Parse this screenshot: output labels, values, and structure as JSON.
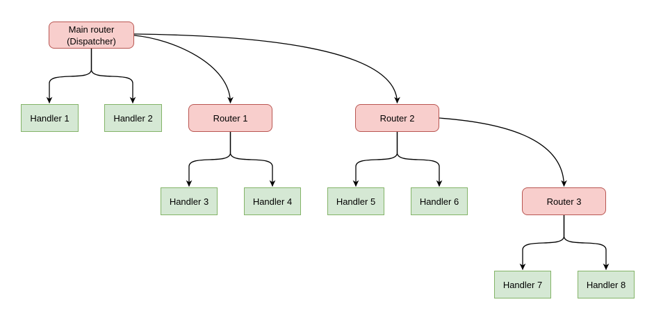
{
  "diagram": {
    "type": "tree",
    "colors": {
      "background": "#ffffff",
      "router_fill": "#f8cecc",
      "router_border": "#b85450",
      "handler_fill": "#d5e8d4",
      "handler_border": "#82b366",
      "edge": "#000000",
      "text": "#000000"
    },
    "nodes": [
      {
        "id": "main",
        "type": "router",
        "label": "Main router\n(Dispatcher)"
      },
      {
        "id": "handler1",
        "type": "handler",
        "label": "Handler 1"
      },
      {
        "id": "handler2",
        "type": "handler",
        "label": "Handler 2"
      },
      {
        "id": "router1",
        "type": "router",
        "label": "Router 1"
      },
      {
        "id": "handler3",
        "type": "handler",
        "label": "Handler 3"
      },
      {
        "id": "handler4",
        "type": "handler",
        "label": "Handler 4"
      },
      {
        "id": "router2",
        "type": "router",
        "label": "Router 2"
      },
      {
        "id": "handler5",
        "type": "handler",
        "label": "Handler 5"
      },
      {
        "id": "handler6",
        "type": "handler",
        "label": "Handler 6"
      },
      {
        "id": "router3",
        "type": "router",
        "label": "Router 3"
      },
      {
        "id": "handler7",
        "type": "handler",
        "label": "Handler 7"
      },
      {
        "id": "handler8",
        "type": "handler",
        "label": "Handler 8"
      }
    ],
    "edges": [
      {
        "from": "main",
        "to": "handler1"
      },
      {
        "from": "main",
        "to": "handler2"
      },
      {
        "from": "main",
        "to": "router1"
      },
      {
        "from": "main",
        "to": "router2"
      },
      {
        "from": "router1",
        "to": "handler3"
      },
      {
        "from": "router1",
        "to": "handler4"
      },
      {
        "from": "router2",
        "to": "handler5"
      },
      {
        "from": "router2",
        "to": "handler6"
      },
      {
        "from": "router2",
        "to": "router3"
      },
      {
        "from": "router3",
        "to": "handler7"
      },
      {
        "from": "router3",
        "to": "handler8"
      }
    ]
  }
}
